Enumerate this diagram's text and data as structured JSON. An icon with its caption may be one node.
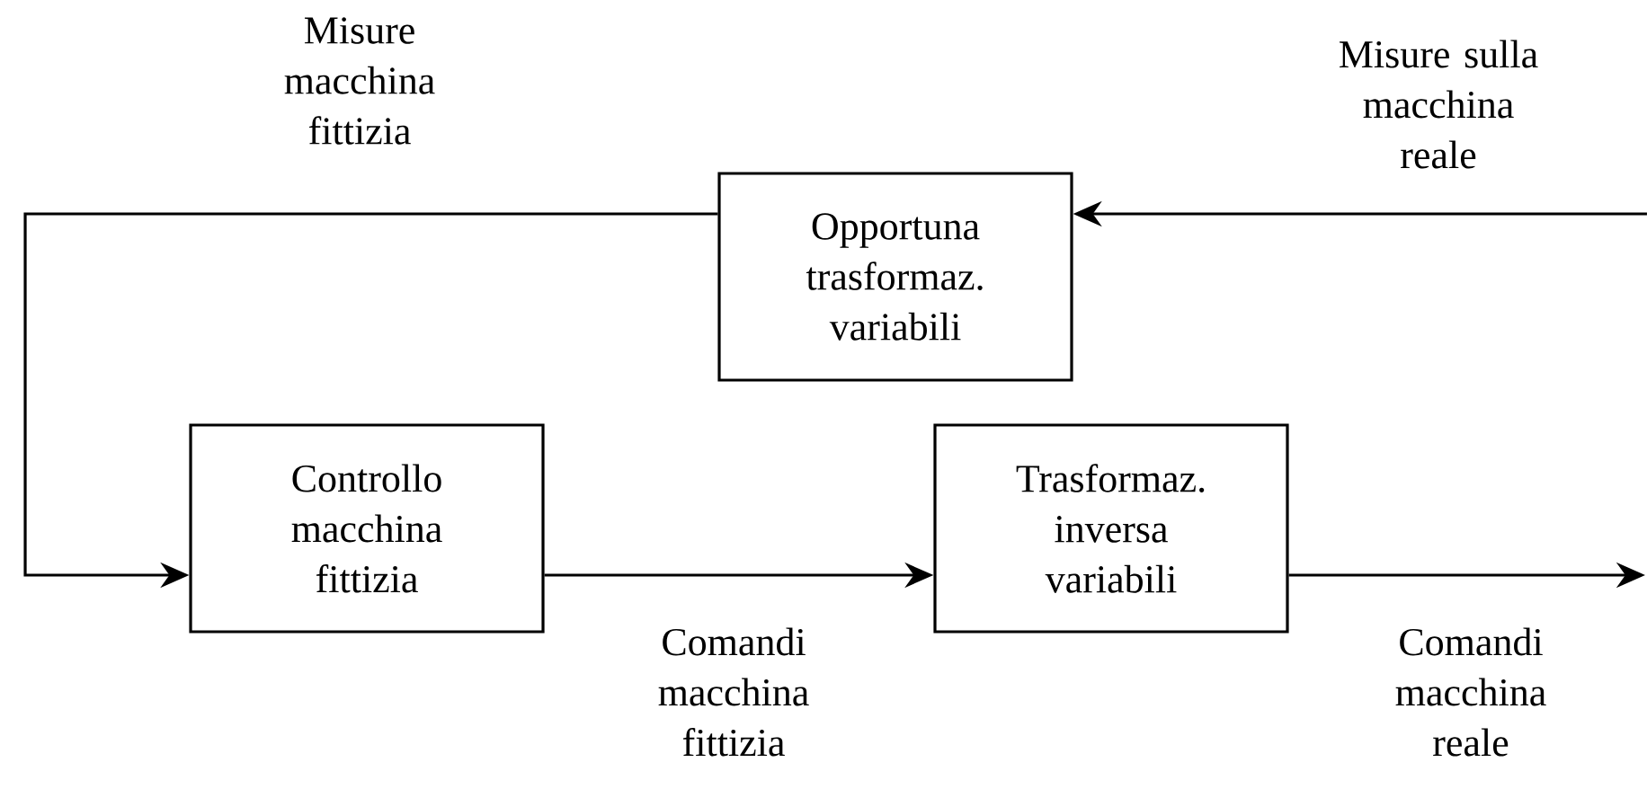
{
  "diagram": {
    "nodes": [
      {
        "text": [
          "Opportuna trasformaz. variabili"
        ]
      },
      {
        "text": [
          "Controllo macchina fittizia"
        ]
      },
      {
        "text": [
          "Trasformaz. inversa variabili"
        ]
      }
    ],
    "edges": [
      {
        "from": null,
        "to": 0,
        "arrow": "to",
        "label": "Misure sulla macchina reale"
      },
      {
        "from": 0,
        "to": 1,
        "arrow": "to",
        "label": "Misure macchina fittizia"
      },
      {
        "from": 1,
        "to": 2,
        "arrow": "to",
        "label": "Comandi macchina fittizia"
      },
      {
        "from": 2,
        "to": null,
        "arrow": "to",
        "label": "Comandi macchina reale"
      }
    ]
  }
}
